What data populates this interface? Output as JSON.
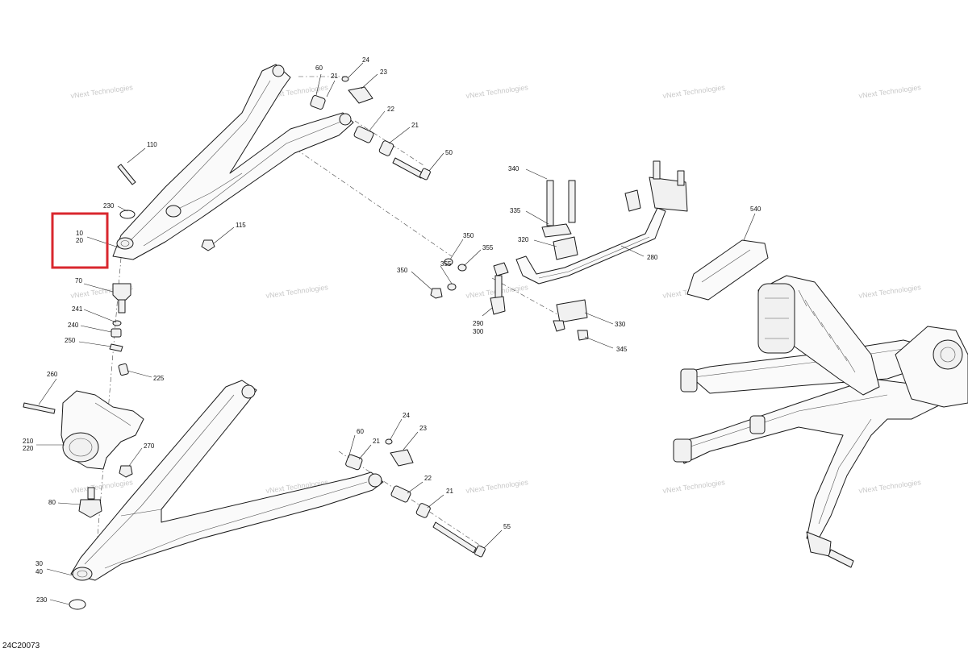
{
  "diagram_code": "24C20073",
  "watermark_text": "vNext Technologies",
  "highlight_color": "#d9272e",
  "part_callouts": {
    "c60a": "60",
    "c24a": "24",
    "c21a": "21",
    "c23a": "23",
    "c22a": "22",
    "c21b": "21",
    "c50": "50",
    "c110": "110",
    "c230a": "230",
    "c10": "10",
    "c20": "20",
    "c115": "115",
    "c70": "70",
    "c241": "241",
    "c240": "240",
    "c250": "250",
    "c225": "225",
    "c260": "260",
    "c210": "210",
    "c220": "220",
    "c270": "270",
    "c80": "80",
    "c30": "30",
    "c40": "40",
    "c230b": "230",
    "c60b": "60",
    "c24b": "24",
    "c21c": "21",
    "c23b": "23",
    "c22b": "22",
    "c21d": "21",
    "c55": "55",
    "c340": "340",
    "c335": "335",
    "c320": "320",
    "c280": "280",
    "c350a": "350",
    "c355a": "355",
    "c355b": "355",
    "c350b": "350",
    "c290": "290",
    "c300": "300",
    "c330": "330",
    "c345": "345",
    "c540": "540"
  }
}
